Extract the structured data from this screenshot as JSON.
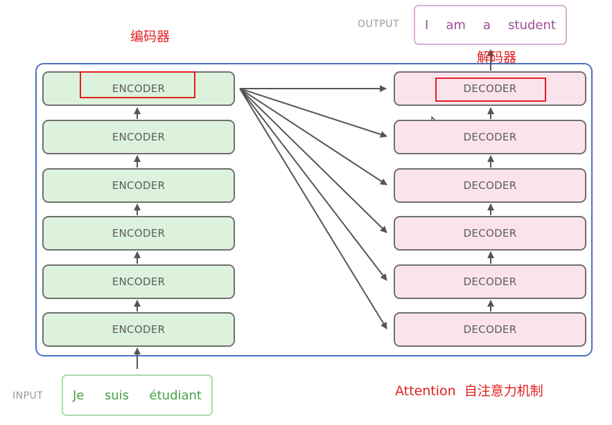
{
  "annotations": {
    "encoder_label": "编码器",
    "decoder_label": "解码器",
    "attention_label": "Attention  自注意力机制"
  },
  "encoders": [
    "ENCODER",
    "ENCODER",
    "ENCODER",
    "ENCODER",
    "ENCODER",
    "ENCODER"
  ],
  "decoders": [
    "DECODER",
    "DECODER",
    "DECODER",
    "DECODER",
    "DECODER",
    "DECODER"
  ],
  "input": {
    "label": "INPUT",
    "words": [
      "Je",
      "suis",
      "étudiant"
    ]
  },
  "output": {
    "label": "OUTPUT",
    "words": [
      "I",
      "am",
      "a",
      "student"
    ]
  },
  "colors": {
    "encoder_fill": "#ddf2dc",
    "decoder_fill": "#fbe3ee",
    "frame": "#4a6fc4",
    "highlight": "#e02020",
    "arrow": "#555555"
  },
  "icons": [
    "mouse-cursor-icon"
  ]
}
